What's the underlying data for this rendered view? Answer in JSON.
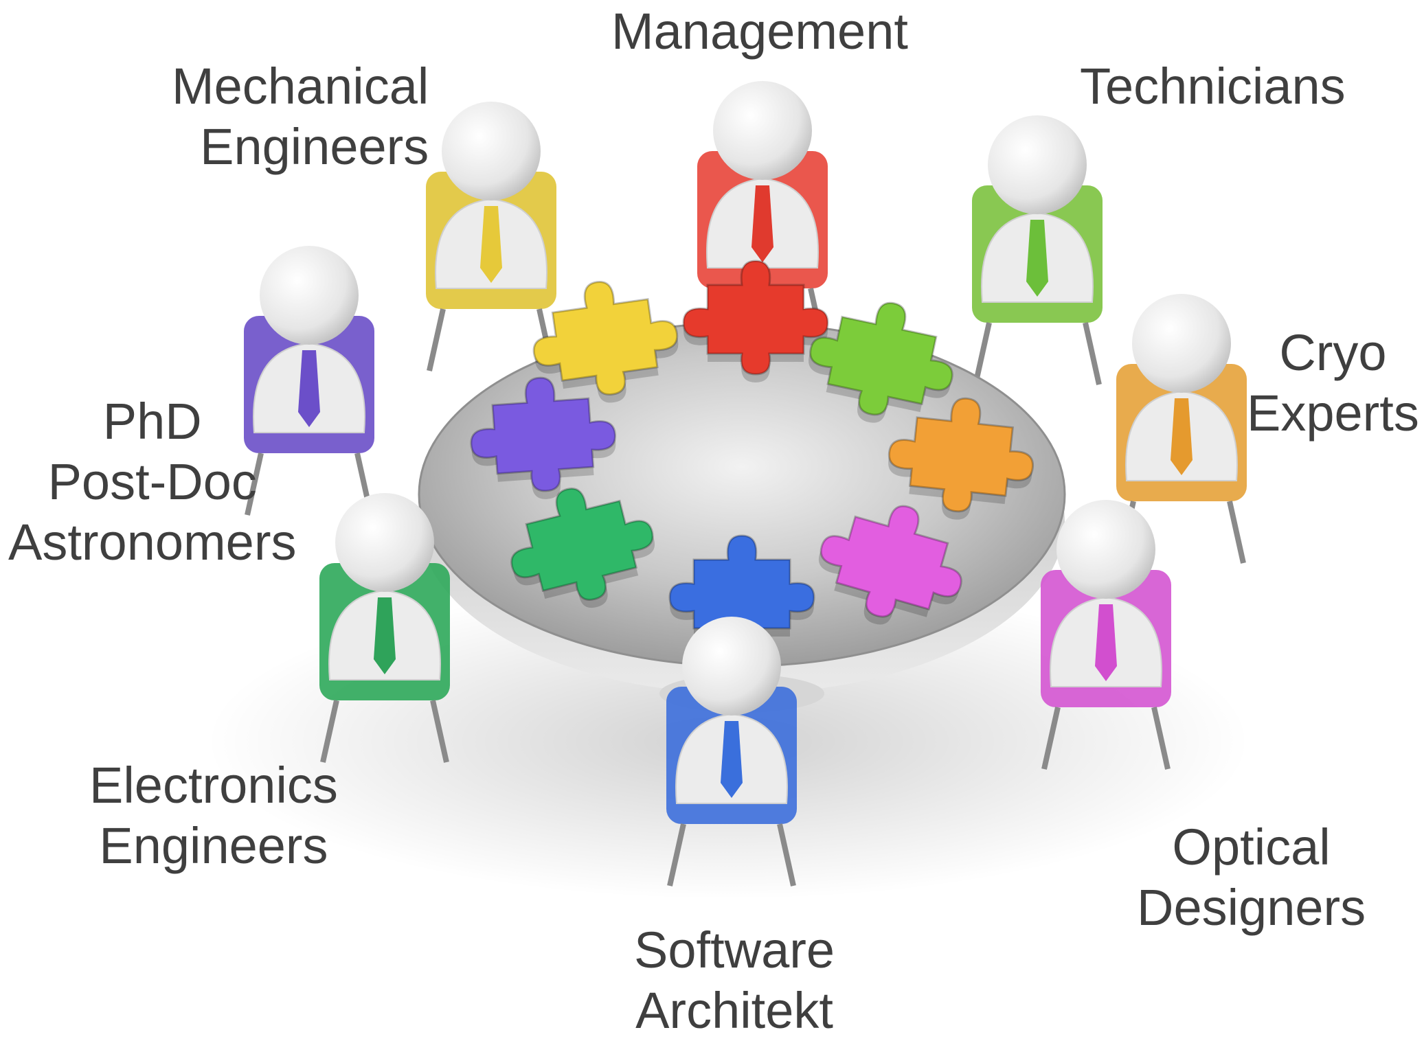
{
  "roles": [
    {
      "id": "management",
      "lines": [
        "Management"
      ],
      "tie_color": "#e03a2e",
      "chair_color": "#e8453a",
      "piece_color": "#e63a2c"
    },
    {
      "id": "mechanical-engineers",
      "lines": [
        "Mechanical",
        "Engineers"
      ],
      "tie_color": "#e6c93a",
      "chair_color": "#e0c437",
      "piece_color": "#f2d23a"
    },
    {
      "id": "technicians",
      "lines": [
        "Technicians"
      ],
      "tie_color": "#6cbf3a",
      "chair_color": "#7cc23f",
      "piece_color": "#7ccc3a"
    },
    {
      "id": "cryo-experts",
      "lines": [
        "Cryo",
        "Experts"
      ],
      "tie_color": "#e59a2e",
      "chair_color": "#e6a23a",
      "piece_color": "#f2a036"
    },
    {
      "id": "phd-postdoc-astronomers",
      "lines": [
        "PhD",
        "Post-Doc",
        "Astronomers"
      ],
      "tie_color": "#6b4fc9",
      "chair_color": "#6a4fc8",
      "piece_color": "#7a5ae0"
    },
    {
      "id": "electronics-engineers",
      "lines": [
        "Electronics",
        "Engineers"
      ],
      "tie_color": "#2fa35a",
      "chair_color": "#2ea85a",
      "piece_color": "#2fb868"
    },
    {
      "id": "software-architekt",
      "lines": [
        "Software",
        "Architekt"
      ],
      "tie_color": "#3a6fdc",
      "chair_color": "#3d6fdc",
      "piece_color": "#3a6ee0"
    },
    {
      "id": "optical-designers",
      "lines": [
        "Optical",
        "Designers"
      ],
      "tie_color": "#d24fcf",
      "chair_color": "#d455d2",
      "piece_color": "#e25ee0"
    }
  ]
}
